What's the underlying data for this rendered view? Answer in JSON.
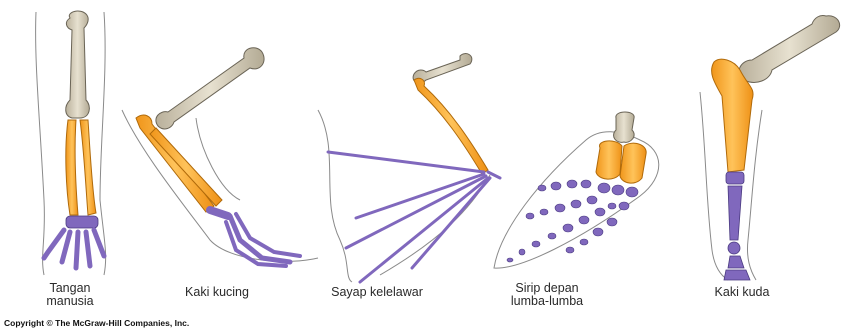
{
  "figure": {
    "panels": [
      {
        "id": "human",
        "label_line1": "Tangan",
        "label_line2": "manusia"
      },
      {
        "id": "cat",
        "label_line1": "Kaki kucing",
        "label_line2": ""
      },
      {
        "id": "bat",
        "label_line1": "Sayap kelelawar",
        "label_line2": ""
      },
      {
        "id": "dolphin",
        "label_line1": "Sirip depan",
        "label_line2": "lumba-lumba"
      },
      {
        "id": "horse",
        "label_line1": "Kaki kuda",
        "label_line2": ""
      }
    ],
    "copyright": "Copyright © The McGraw-Hill Companies, Inc.",
    "colors": {
      "humerus": "#d9d2bf",
      "radius_ulna": "#f4a623",
      "carpals_phalanges": "#8068bd",
      "outline": "#555555",
      "background": "#ffffff"
    }
  }
}
